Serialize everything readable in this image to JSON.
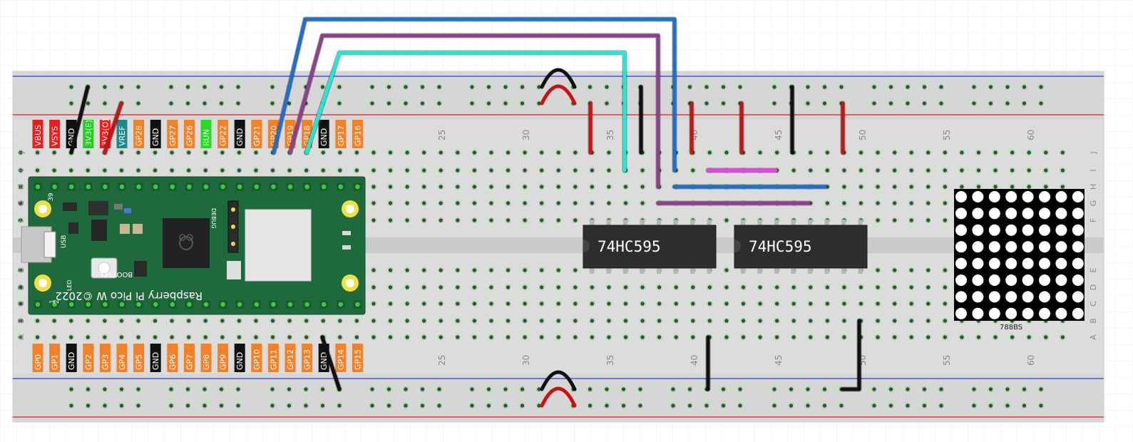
{
  "breadboard": {
    "column_numbers": [
      "25",
      "30",
      "35",
      "40",
      "45",
      "50",
      "55",
      "60"
    ],
    "row_letters_top": [
      "J",
      "I",
      "H",
      "G",
      "F"
    ],
    "row_letters_bottom": [
      "E",
      "D",
      "C",
      "B",
      "A"
    ]
  },
  "pico": {
    "title": "Raspberry Pi Pico W ©2022",
    "bootsel_label": "BOOTSEL",
    "usb_label": "USB",
    "led_label": "LED",
    "debug_label": "DEBUG",
    "pin_numbers": [
      "39",
      "1",
      "2"
    ],
    "top_pins": [
      {
        "label": "VBUS",
        "color": "#ee1c1c"
      },
      {
        "label": "VSYS",
        "color": "#ee1c1c"
      },
      {
        "label": "GND",
        "color": "#111111"
      },
      {
        "label": "3V3(E)",
        "color": "#22cc22"
      },
      {
        "label": "3V3(O)",
        "color": "#ee1c1c"
      },
      {
        "label": "VREF",
        "color": "#1a8a8a"
      },
      {
        "label": "GP28",
        "color": "#f58025"
      },
      {
        "label": "GND",
        "color": "#111111"
      },
      {
        "label": "GP27",
        "color": "#f58025"
      },
      {
        "label": "GP26",
        "color": "#f58025"
      },
      {
        "label": "RUN",
        "color": "#22dd22"
      },
      {
        "label": "GP22",
        "color": "#f58025"
      },
      {
        "label": "GND",
        "color": "#111111"
      },
      {
        "label": "GP21",
        "color": "#f58025"
      },
      {
        "label": "GP20",
        "color": "#f58025"
      },
      {
        "label": "GP19",
        "color": "#f58025"
      },
      {
        "label": "GP18",
        "color": "#f58025"
      },
      {
        "label": "GND",
        "color": "#111111"
      },
      {
        "label": "GP17",
        "color": "#f58025"
      },
      {
        "label": "GP16",
        "color": "#f58025"
      }
    ],
    "bottom_pins": [
      {
        "label": "GP0",
        "color": "#f58025"
      },
      {
        "label": "GP1",
        "color": "#f58025"
      },
      {
        "label": "GND",
        "color": "#111111"
      },
      {
        "label": "GP2",
        "color": "#f58025"
      },
      {
        "label": "GP3",
        "color": "#f58025"
      },
      {
        "label": "GP4",
        "color": "#f58025"
      },
      {
        "label": "GP5",
        "color": "#f58025"
      },
      {
        "label": "GND",
        "color": "#111111"
      },
      {
        "label": "GP6",
        "color": "#f58025"
      },
      {
        "label": "GP7",
        "color": "#f58025"
      },
      {
        "label": "GP8",
        "color": "#f58025"
      },
      {
        "label": "GP9",
        "color": "#f58025"
      },
      {
        "label": "GND",
        "color": "#111111"
      },
      {
        "label": "GP10",
        "color": "#f58025"
      },
      {
        "label": "GP11",
        "color": "#f58025"
      },
      {
        "label": "GP12",
        "color": "#f58025"
      },
      {
        "label": "GP13",
        "color": "#f58025"
      },
      {
        "label": "GND",
        "color": "#111111"
      },
      {
        "label": "GP14",
        "color": "#f58025"
      },
      {
        "label": "GP15",
        "color": "#f58025"
      }
    ]
  },
  "chips": [
    {
      "label": "74HC595"
    },
    {
      "label": "74HC595"
    }
  ],
  "matrix": {
    "label": "788BS"
  },
  "wires": [
    {
      "name": "gp20-blue",
      "color": "#1e6fd0"
    },
    {
      "name": "gp19-purple",
      "color": "#8e3f8e"
    },
    {
      "name": "gp18-cyan",
      "color": "#1ee8d8"
    },
    {
      "name": "chip-link-magenta",
      "color": "#ee3cee"
    },
    {
      "name": "power-red",
      "color": "#cc1111"
    },
    {
      "name": "ground-black",
      "color": "#111111"
    }
  ]
}
